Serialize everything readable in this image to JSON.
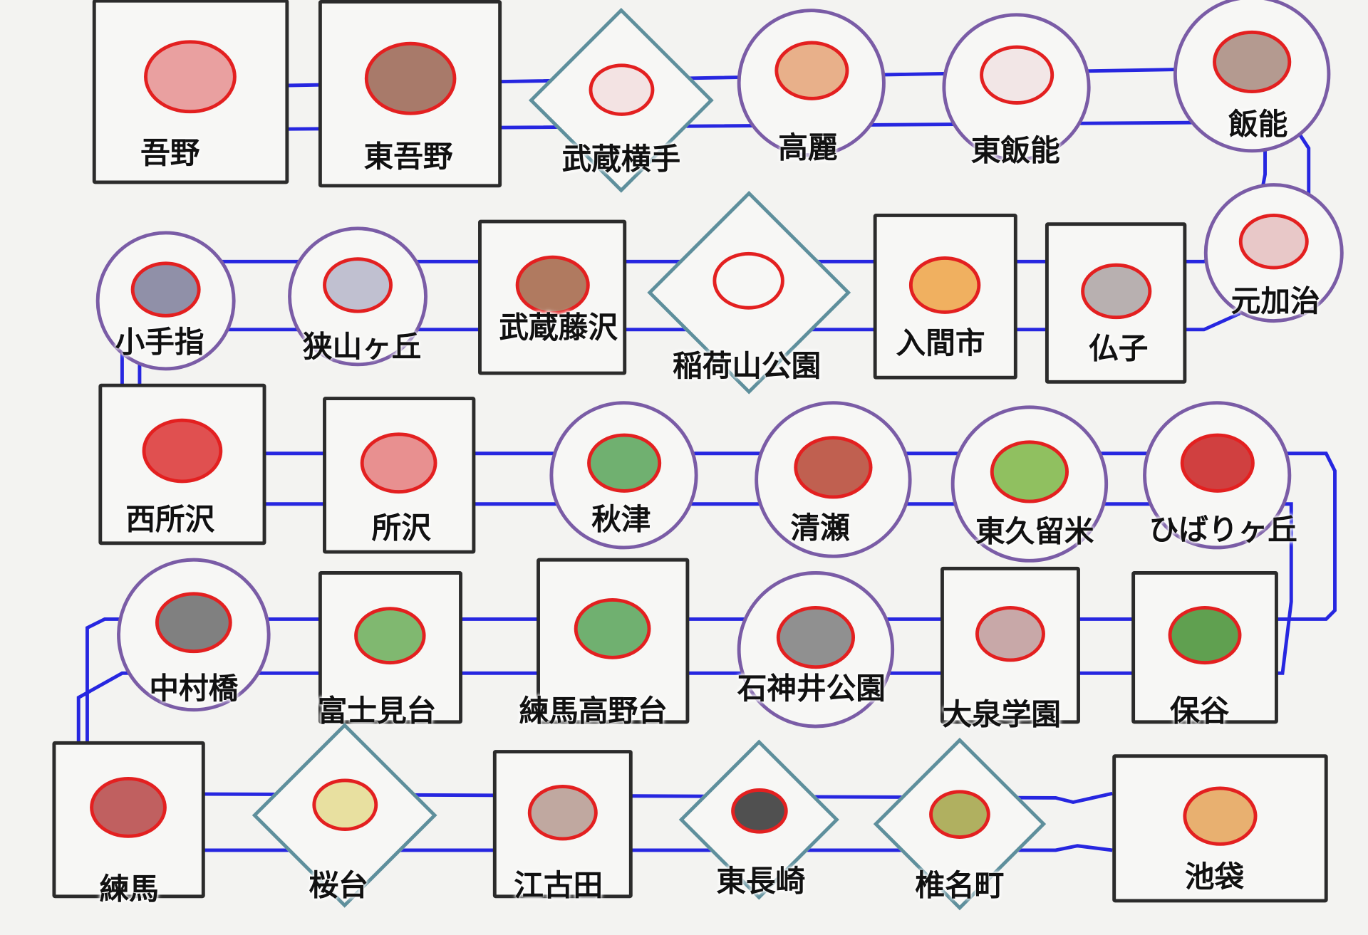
{
  "title": "西武池袋線",
  "colors": {
    "line": "#2626e0",
    "square": "#2b2b2b",
    "circle": "#7a5ca6",
    "diamond": "#5e8f9c",
    "drawing": "#e32020"
  },
  "stations": [
    {
      "name": "吾野",
      "shape": "square",
      "fill": "#e9a0a0"
    },
    {
      "name": "東吾野",
      "shape": "square",
      "fill": "#a87a6a"
    },
    {
      "name": "武蔵横手",
      "shape": "diamond",
      "fill": "#f3e3e3"
    },
    {
      "name": "高麗",
      "shape": "circle",
      "fill": "#e8b08a"
    },
    {
      "name": "東飯能",
      "shape": "circle",
      "fill": "#f2e6e6"
    },
    {
      "name": "飯能",
      "shape": "circle",
      "fill": "#b49a90"
    },
    {
      "name": "元加治",
      "shape": "circle",
      "fill": "#e8c8c8"
    },
    {
      "name": "仏子",
      "shape": "square",
      "fill": "#b8b0b0"
    },
    {
      "name": "入間市",
      "shape": "square",
      "fill": "#f0b060"
    },
    {
      "name": "稲荷山公園",
      "shape": "diamond",
      "fill": "#f7f7f5"
    },
    {
      "name": "武蔵藤沢",
      "shape": "square",
      "fill": "#b07a60"
    },
    {
      "name": "狭山ヶ丘",
      "shape": "circle",
      "fill": "#c0c0d0"
    },
    {
      "name": "小手指",
      "shape": "circle",
      "fill": "#9090a8"
    },
    {
      "name": "西所沢",
      "shape": "square",
      "fill": "#e05050"
    },
    {
      "name": "所沢",
      "shape": "square",
      "fill": "#e89090"
    },
    {
      "name": "秋津",
      "shape": "circle",
      "fill": "#70b070"
    },
    {
      "name": "清瀬",
      "shape": "circle",
      "fill": "#c06050"
    },
    {
      "name": "東久留米",
      "shape": "circle",
      "fill": "#90c060"
    },
    {
      "name": "ひばりヶ丘",
      "shape": "circle",
      "fill": "#d04040"
    },
    {
      "name": "保谷",
      "shape": "square",
      "fill": "#60a050"
    },
    {
      "name": "大泉学園",
      "shape": "square",
      "fill": "#c8a8a8"
    },
    {
      "name": "石神井公園",
      "shape": "circle",
      "fill": "#909090"
    },
    {
      "name": "練馬高野台",
      "shape": "square",
      "fill": "#70b070"
    },
    {
      "name": "富士見台",
      "shape": "square",
      "fill": "#80b870"
    },
    {
      "name": "中村橋",
      "shape": "circle",
      "fill": "#808080"
    },
    {
      "name": "練馬",
      "shape": "square",
      "fill": "#c06060"
    },
    {
      "name": "桜台",
      "shape": "diamond",
      "fill": "#e8e0a0"
    },
    {
      "name": "江古田",
      "shape": "square",
      "fill": "#c0a8a0"
    },
    {
      "name": "東長崎",
      "shape": "diamond",
      "fill": "#505050"
    },
    {
      "name": "椎名町",
      "shape": "diamond",
      "fill": "#b0b060"
    },
    {
      "name": "池袋",
      "shape": "square",
      "fill": "#e8b070"
    }
  ]
}
